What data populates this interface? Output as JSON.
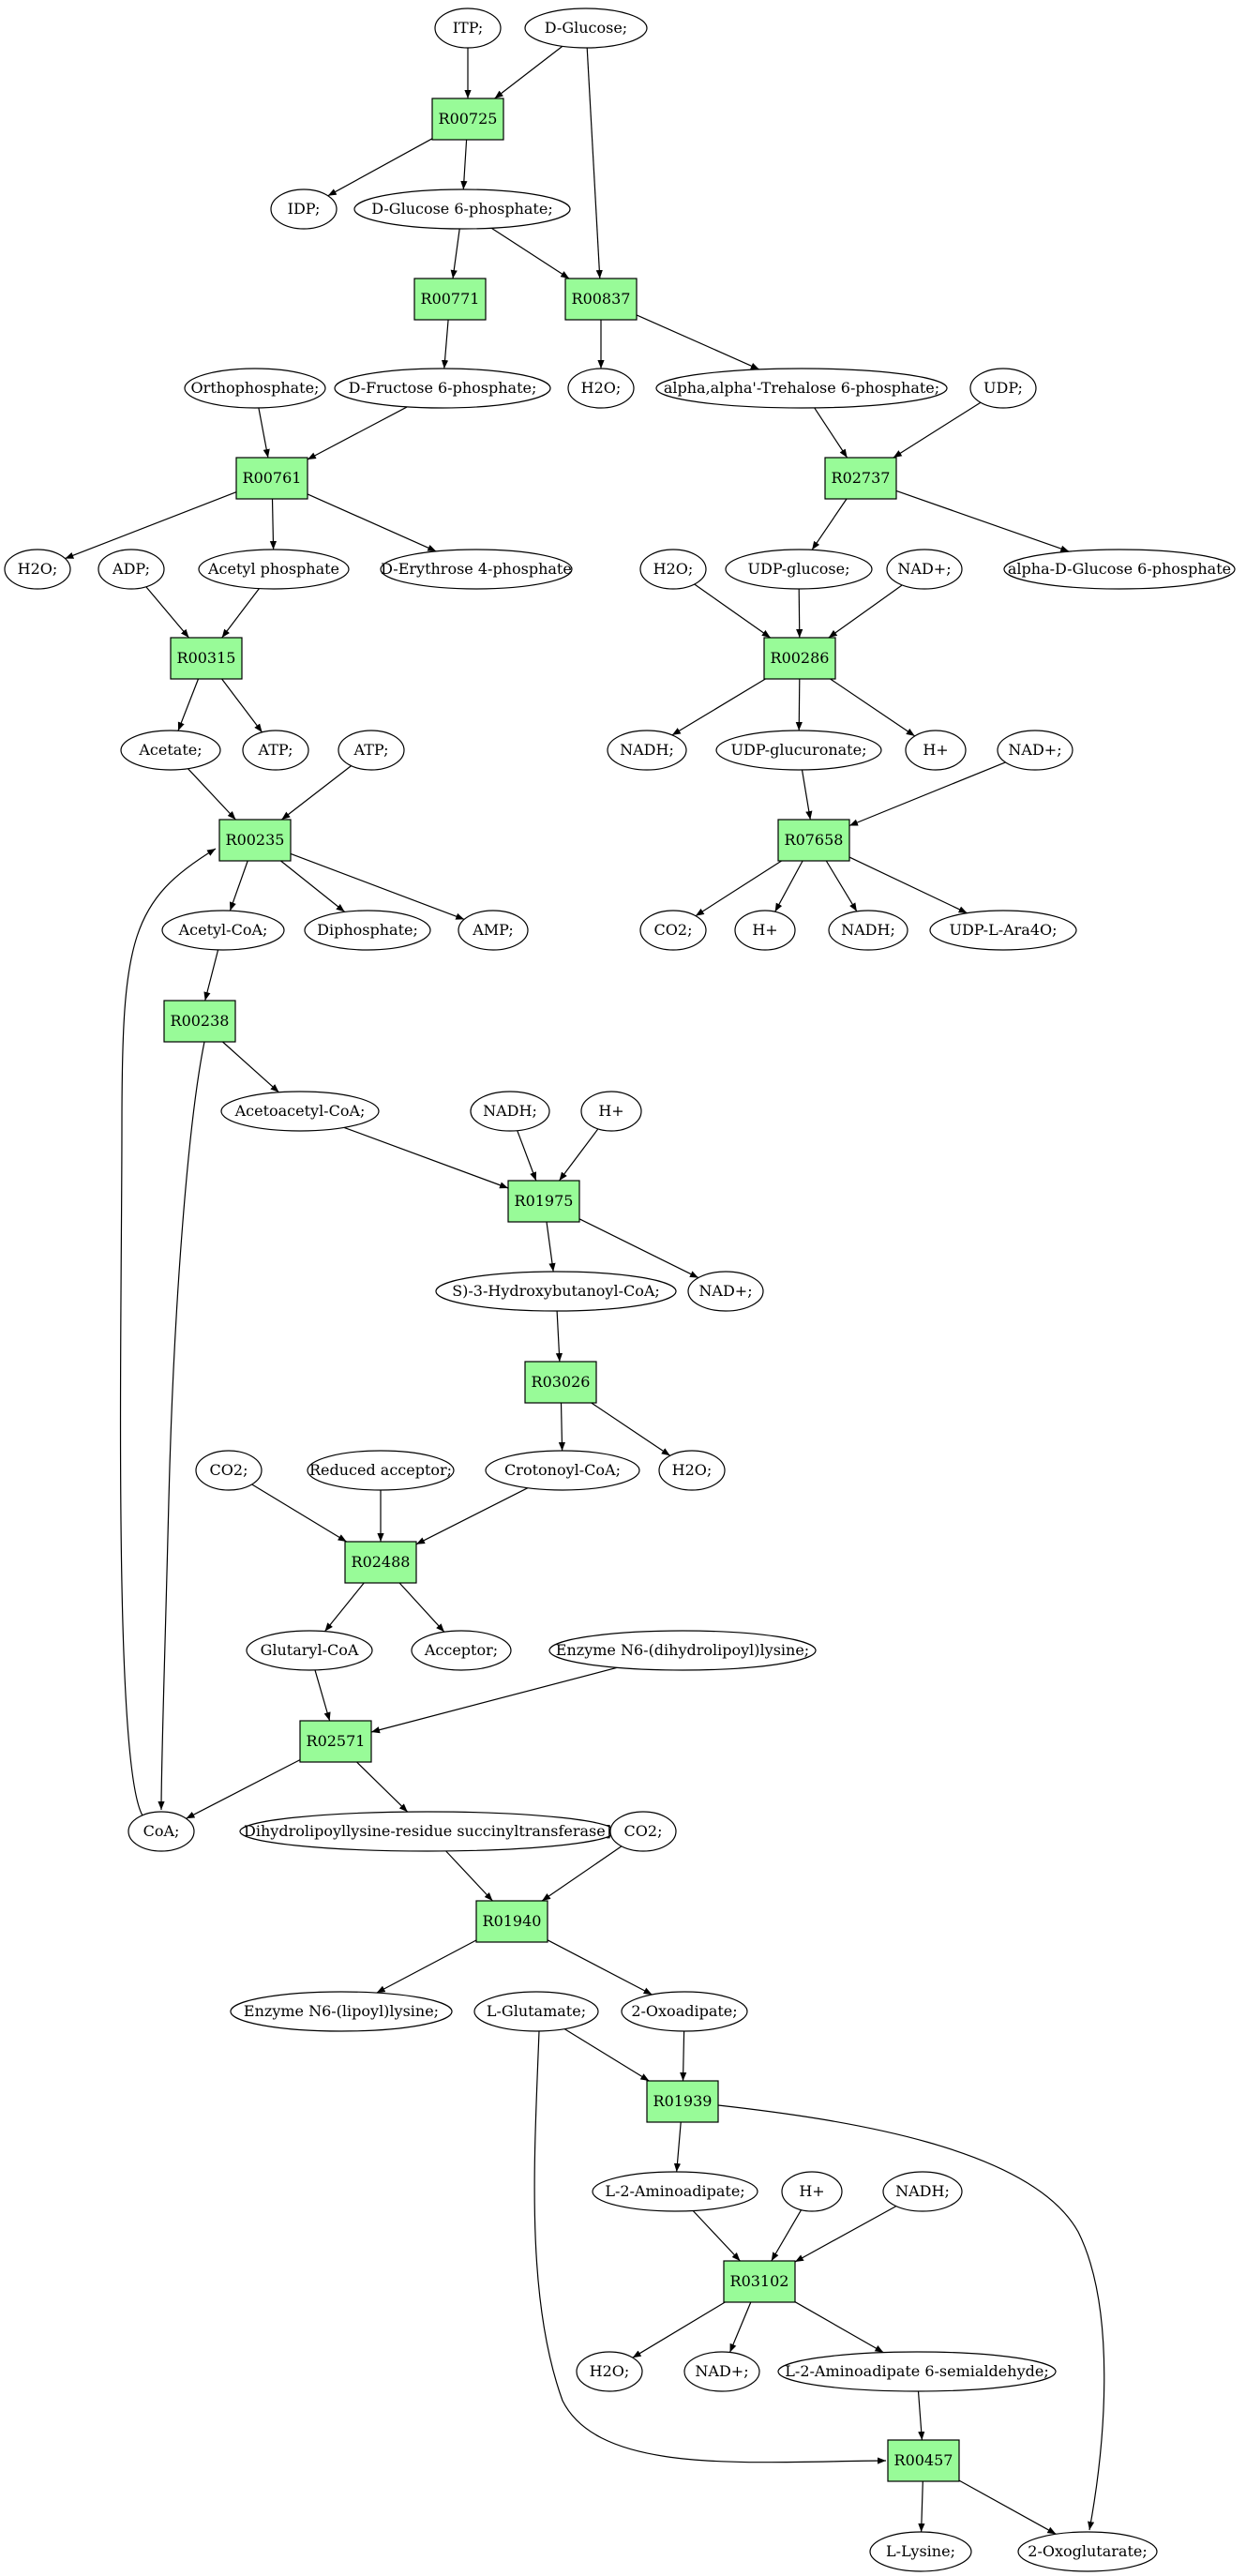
{
  "colors": {
    "reaction_fill": "#98fb98",
    "start_fill": "#00ff00",
    "end_fill": "#ffff00",
    "default_fill": "#ffffff"
  },
  "nodes": {
    "itp": {
      "label": "ITP;",
      "kind": "metabolite"
    },
    "dglucose": {
      "label": "D-Glucose;",
      "kind": "start"
    },
    "r00725": {
      "label": "R00725",
      "kind": "reaction"
    },
    "idp": {
      "label": "IDP;",
      "kind": "metabolite"
    },
    "g6p": {
      "label": "D-Glucose 6-phosphate;",
      "kind": "metabolite"
    },
    "r00771": {
      "label": "R00771",
      "kind": "reaction"
    },
    "r00837": {
      "label": "R00837",
      "kind": "reaction"
    },
    "h2o_1": {
      "label": "H2O;",
      "kind": "metabolite"
    },
    "tre6p": {
      "label": "alpha,alpha'-Trehalose 6-phosphate;",
      "kind": "metabolite"
    },
    "udp": {
      "label": "UDP;",
      "kind": "metabolite"
    },
    "ortho": {
      "label": "Orthophosphate;",
      "kind": "metabolite"
    },
    "f6p": {
      "label": "D-Fructose 6-phosphate;",
      "kind": "metabolite"
    },
    "r00761": {
      "label": "R00761",
      "kind": "reaction"
    },
    "r02737": {
      "label": "R02737",
      "kind": "reaction"
    },
    "h2o_2": {
      "label": "H2O;",
      "kind": "metabolite"
    },
    "adp": {
      "label": "ADP;",
      "kind": "metabolite"
    },
    "acp": {
      "label": "Acetyl phosphate",
      "kind": "metabolite"
    },
    "e4p": {
      "label": "D-Erythrose 4-phosphate",
      "kind": "metabolite"
    },
    "h2o_3": {
      "label": "H2O;",
      "kind": "metabolite"
    },
    "udpglc": {
      "label": "UDP-glucose;",
      "kind": "metabolite"
    },
    "nad_1": {
      "label": "NAD+;",
      "kind": "metabolite"
    },
    "adg6p": {
      "label": "alpha-D-Glucose 6-phosphate",
      "kind": "metabolite"
    },
    "r00315": {
      "label": "R00315",
      "kind": "reaction"
    },
    "r00286": {
      "label": "R00286",
      "kind": "reaction"
    },
    "acetate": {
      "label": "Acetate;",
      "kind": "metabolite"
    },
    "atp_1": {
      "label": "ATP;",
      "kind": "metabolite"
    },
    "atp_2": {
      "label": "ATP;",
      "kind": "metabolite"
    },
    "nadh_1": {
      "label": "NADH;",
      "kind": "metabolite"
    },
    "udpgla": {
      "label": "UDP-glucuronate;",
      "kind": "metabolite"
    },
    "hplus_1": {
      "label": "H+",
      "kind": "metabolite"
    },
    "nad_2": {
      "label": "NAD+;",
      "kind": "metabolite"
    },
    "r00235": {
      "label": "R00235",
      "kind": "reaction"
    },
    "r07658": {
      "label": "R07658",
      "kind": "reaction"
    },
    "acetylcoa": {
      "label": "Acetyl-CoA;",
      "kind": "metabolite"
    },
    "diphos": {
      "label": "Diphosphate;",
      "kind": "metabolite"
    },
    "amp": {
      "label": "AMP;",
      "kind": "metabolite"
    },
    "co2_1": {
      "label": "CO2;",
      "kind": "metabolite"
    },
    "hplus_2": {
      "label": "H+",
      "kind": "metabolite"
    },
    "nadh_2": {
      "label": "NADH;",
      "kind": "metabolite"
    },
    "udpara": {
      "label": "UDP-L-Ara4O;",
      "kind": "metabolite"
    },
    "r00238": {
      "label": "R00238",
      "kind": "reaction"
    },
    "acacoa": {
      "label": "Acetoacetyl-CoA;",
      "kind": "metabolite"
    },
    "nadh_3": {
      "label": "NADH;",
      "kind": "metabolite"
    },
    "hplus_3": {
      "label": "H+",
      "kind": "metabolite"
    },
    "r01975": {
      "label": "R01975",
      "kind": "reaction"
    },
    "s3hb": {
      "label": "S)-3-Hydroxybutanoyl-CoA;",
      "kind": "metabolite"
    },
    "nad_3": {
      "label": "NAD+;",
      "kind": "metabolite"
    },
    "r03026": {
      "label": "R03026",
      "kind": "reaction"
    },
    "co2_2": {
      "label": "CO2;",
      "kind": "metabolite"
    },
    "redacc": {
      "label": "Reduced acceptor;",
      "kind": "metabolite"
    },
    "crotcoa": {
      "label": "Crotonoyl-CoA;",
      "kind": "metabolite"
    },
    "h2o_4": {
      "label": "H2O;",
      "kind": "metabolite"
    },
    "r02488": {
      "label": "R02488",
      "kind": "reaction"
    },
    "glutcoa": {
      "label": "Glutaryl-CoA",
      "kind": "metabolite"
    },
    "acceptor": {
      "label": "Acceptor;",
      "kind": "metabolite"
    },
    "enzdhl": {
      "label": "Enzyme N6-(dihydrolipoyl)lysine;",
      "kind": "metabolite"
    },
    "r02571": {
      "label": "R02571",
      "kind": "reaction"
    },
    "coa": {
      "label": "CoA;",
      "kind": "metabolite"
    },
    "dhlsucc": {
      "label": "Dihydrolipoyllysine-residue succinyltransferase]",
      "kind": "metabolite"
    },
    "co2_3": {
      "label": "CO2;",
      "kind": "metabolite"
    },
    "r01940": {
      "label": "R01940",
      "kind": "reaction"
    },
    "enzlip": {
      "label": "Enzyme N6-(lipoyl)lysine;",
      "kind": "metabolite"
    },
    "lglu": {
      "label": "L-Glutamate;",
      "kind": "metabolite"
    },
    "oxoad": {
      "label": "2-Oxoadipate;",
      "kind": "metabolite"
    },
    "r01939": {
      "label": "R01939",
      "kind": "reaction"
    },
    "l2aa": {
      "label": "L-2-Aminoadipate;",
      "kind": "metabolite"
    },
    "hplus_4": {
      "label": "H+",
      "kind": "metabolite"
    },
    "nadh_4": {
      "label": "NADH;",
      "kind": "metabolite"
    },
    "r03102": {
      "label": "R03102",
      "kind": "reaction"
    },
    "h2o_5": {
      "label": "H2O;",
      "kind": "metabolite"
    },
    "nad_4": {
      "label": "NAD+;",
      "kind": "metabolite"
    },
    "l2aasa": {
      "label": "L-2-Aminoadipate 6-semialdehyde;",
      "kind": "metabolite"
    },
    "r00457": {
      "label": "R00457",
      "kind": "reaction"
    },
    "llys": {
      "label": "L-Lysine;",
      "kind": "end"
    },
    "oxoglu": {
      "label": "2-Oxoglutarate;",
      "kind": "metabolite"
    }
  },
  "edges": [
    [
      "itp",
      "r00725"
    ],
    [
      "dglucose",
      "r00725"
    ],
    [
      "dglucose",
      "r00837"
    ],
    [
      "r00725",
      "idp"
    ],
    [
      "r00725",
      "g6p"
    ],
    [
      "g6p",
      "r00771"
    ],
    [
      "g6p",
      "r00837"
    ],
    [
      "r00771",
      "f6p"
    ],
    [
      "r00837",
      "h2o_1"
    ],
    [
      "r00837",
      "tre6p"
    ],
    [
      "tre6p",
      "r02737"
    ],
    [
      "udp",
      "r02737"
    ],
    [
      "ortho",
      "r00761"
    ],
    [
      "f6p",
      "r00761"
    ],
    [
      "r00761",
      "h2o_2"
    ],
    [
      "r00761",
      "acp"
    ],
    [
      "r00761",
      "e4p"
    ],
    [
      "r02737",
      "udpglc"
    ],
    [
      "r02737",
      "adg6p"
    ],
    [
      "adp",
      "r00315"
    ],
    [
      "acp",
      "r00315"
    ],
    [
      "h2o_3",
      "r00286"
    ],
    [
      "udpglc",
      "r00286"
    ],
    [
      "nad_1",
      "r00286"
    ],
    [
      "r00315",
      "acetate"
    ],
    [
      "r00315",
      "atp_1"
    ],
    [
      "r00286",
      "nadh_1"
    ],
    [
      "r00286",
      "udpgla"
    ],
    [
      "r00286",
      "hplus_1"
    ],
    [
      "acetate",
      "r00235"
    ],
    [
      "atp_2",
      "r00235"
    ],
    [
      "coa",
      "r00235"
    ],
    [
      "udpgla",
      "r07658"
    ],
    [
      "nad_2",
      "r07658"
    ],
    [
      "r00235",
      "acetylcoa"
    ],
    [
      "r00235",
      "diphos"
    ],
    [
      "r00235",
      "amp"
    ],
    [
      "r07658",
      "co2_1"
    ],
    [
      "r07658",
      "hplus_2"
    ],
    [
      "r07658",
      "nadh_2"
    ],
    [
      "r07658",
      "udpara"
    ],
    [
      "acetylcoa",
      "r00238"
    ],
    [
      "r00238",
      "acacoa"
    ],
    [
      "r00238",
      "coa"
    ],
    [
      "acacoa",
      "r01975"
    ],
    [
      "nadh_3",
      "r01975"
    ],
    [
      "hplus_3",
      "r01975"
    ],
    [
      "r01975",
      "s3hb"
    ],
    [
      "r01975",
      "nad_3"
    ],
    [
      "s3hb",
      "r03026"
    ],
    [
      "r03026",
      "crotcoa"
    ],
    [
      "r03026",
      "h2o_4"
    ],
    [
      "co2_2",
      "r02488"
    ],
    [
      "redacc",
      "r02488"
    ],
    [
      "crotcoa",
      "r02488"
    ],
    [
      "r02488",
      "glutcoa"
    ],
    [
      "r02488",
      "acceptor"
    ],
    [
      "glutcoa",
      "r02571"
    ],
    [
      "enzdhl",
      "r02571"
    ],
    [
      "r02571",
      "coa"
    ],
    [
      "r02571",
      "dhlsucc"
    ],
    [
      "dhlsucc",
      "r01940"
    ],
    [
      "co2_3",
      "r01940"
    ],
    [
      "r01940",
      "enzlip"
    ],
    [
      "r01940",
      "oxoad"
    ],
    [
      "lglu",
      "r01939"
    ],
    [
      "oxoad",
      "r01939"
    ],
    [
      "lglu",
      "r00457"
    ],
    [
      "r01939",
      "l2aa"
    ],
    [
      "r01939",
      "oxoglu"
    ],
    [
      "l2aa",
      "r03102"
    ],
    [
      "hplus_4",
      "r03102"
    ],
    [
      "nadh_4",
      "r03102"
    ],
    [
      "r03102",
      "h2o_5"
    ],
    [
      "r03102",
      "nad_4"
    ],
    [
      "r03102",
      "l2aasa"
    ],
    [
      "l2aasa",
      "r00457"
    ],
    [
      "r00457",
      "llys"
    ],
    [
      "r00457",
      "oxoglu"
    ]
  ]
}
